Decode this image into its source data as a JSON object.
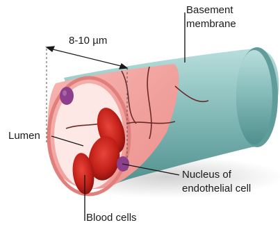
{
  "labels": {
    "basement_line1": "Basement",
    "basement_line2": "membrane",
    "dimension": "8-10 µm",
    "lumen": "Lumen",
    "nucleus_line1": "Nucleus of",
    "nucleus_line2": "endothelial cell",
    "blood_cells": "Blood cells"
  },
  "colors": {
    "basement_membrane": "#7fb2b0",
    "endothelium": "#f0a4a2",
    "lumen_interior": "#fde8e6",
    "blood_cell": "#c8231b",
    "nucleus": "#8e3f8c",
    "leader_line": "#1a1a1a"
  }
}
